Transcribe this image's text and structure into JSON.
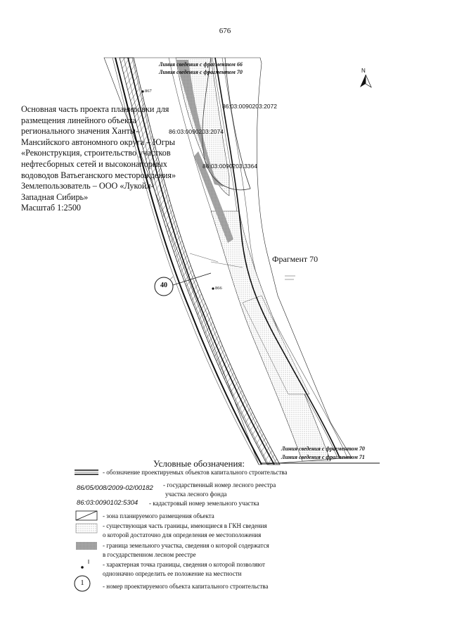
{
  "page_number": "676",
  "title_lines": [
    "Основная часть проекта планировки для",
    "размещения линейного объекта",
    "регионального значения Ханты-",
    "Мансийского автономного округа – Югры",
    "«Реконструкция, строительство участков",
    "нефтесборных сетей и высоконапорных",
    "водоводов Ватьеганского месторождения»",
    "Землепользователь – ООО «Лукойл-",
    "Западная Сибирь»",
    "Масштаб 1:2500"
  ],
  "map": {
    "north_label": "N",
    "top_match_lines": [
      "Линия сведения с фрагментом 66",
      "Линия сведения с фрагментом 70"
    ],
    "bottom_match_lines": [
      "Линия сведения с фрагментом 70",
      "Линия сведения с фрагментом 71"
    ],
    "fragment_label": "Фрагмент 70",
    "cadastral_labels": [
      "86:03:0090203:2072",
      "86:03:0090203:2074",
      "86:03:0090203:3364"
    ],
    "point_labels": [
      "867",
      "866"
    ],
    "object_number": "40"
  },
  "legend": {
    "title": "Условные обозначения:",
    "items": [
      {
        "code": "",
        "text": [
          "- обозначение проектируемых объектов капитального строительства"
        ]
      },
      {
        "code": "86/05/008/2009-02/00182",
        "text": [
          "- государственный номер лесного реестра",
          "участка лесного фонда"
        ]
      },
      {
        "code": "86:03:0090102:5304",
        "text": [
          "- кадастровый номер земельного участка"
        ]
      },
      {
        "code": "",
        "text": [
          "- зона планируемого размещения объекта"
        ]
      },
      {
        "code": "",
        "text": [
          "- существующая часть границы, имеющиеся в ГКН сведения",
          "о которой достаточно для определения ее местоположения"
        ]
      },
      {
        "code": "",
        "text": [
          "- граница земельного участка, сведения о которой содержатся",
          "в государственном лесном реестре"
        ]
      },
      {
        "code": "",
        "text": [
          "- характерная точка границы, сведения о которой позволяют",
          "однозначно определить ее положение на местности"
        ]
      },
      {
        "code": "1",
        "text": [
          "- номер проектируемого объекта капитального строительства"
        ]
      }
    ]
  }
}
